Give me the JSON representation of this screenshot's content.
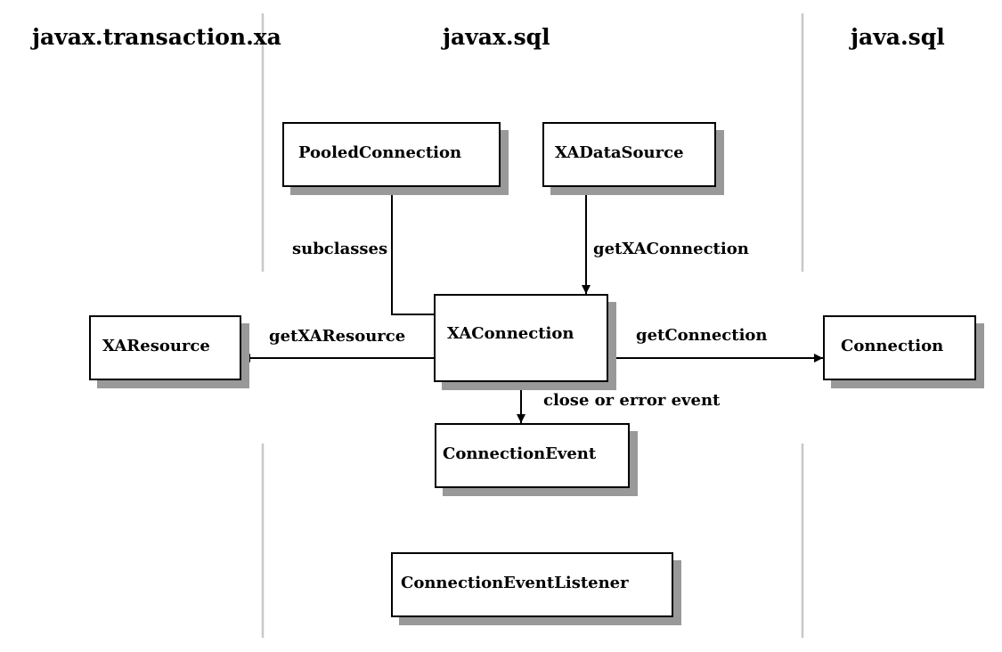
{
  "packages": {
    "left": "javax.transaction.xa",
    "center": "javax.sql",
    "right": "java.sql"
  },
  "boxes": {
    "pooled_connection": "PooledConnection",
    "xa_data_source": "XADataSource",
    "xa_resource": "XAResource",
    "xa_connection": "XAConnection",
    "connection": "Connection",
    "connection_event": "ConnectionEvent",
    "connection_event_listener": "ConnectionEventListener"
  },
  "edges": {
    "subclasses": "subclasses",
    "get_xa_connection": "getXAConnection",
    "get_xa_resource": "getXAResource",
    "get_connection": "getConnection",
    "close_or_error_event": "close or error event"
  },
  "colors": {
    "divider": "#c8c8c8",
    "shadow": "#999999",
    "line": "#000000"
  }
}
